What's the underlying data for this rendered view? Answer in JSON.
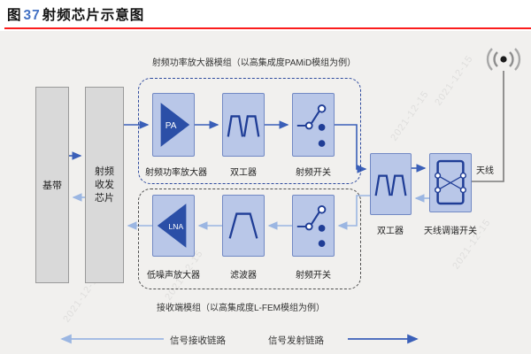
{
  "figure": {
    "label": "图",
    "number": "37",
    "title": "射频芯片示意图"
  },
  "diagram": {
    "baseband": {
      "label": "基带"
    },
    "transceiver": {
      "lines": [
        "射频",
        "收发",
        "芯片"
      ]
    },
    "tx_module": {
      "title": "射频功率放大器模组（以高集成度PAMiD模组为例）",
      "blocks": [
        {
          "symbol": "PA",
          "label": "射频功率放大器"
        },
        {
          "label": "双工器"
        },
        {
          "label": "射频开关"
        }
      ]
    },
    "rx_module": {
      "title": "接收端模组（以高集成度L-FEM模组为例）",
      "blocks": [
        {
          "symbol": "LNA",
          "label": "低噪声放大器"
        },
        {
          "label": "滤波器"
        },
        {
          "label": "射频开关"
        }
      ]
    },
    "antenna_chain": {
      "duplexer_label": "双工器",
      "tuner_label": "天线调谐开关",
      "antenna_label": "天线"
    },
    "legend": {
      "rx": "信号接收链路",
      "tx": "信号发射链路"
    },
    "watermark": "2021-12-15",
    "colors": {
      "figure_number": "#4472c4",
      "title_underline": "#fb1d1d",
      "panel_bg": "#f1f0ee",
      "gray_box_fill": "#d9d9d9",
      "blue_box_fill": "#b9c7e8",
      "blue_box_border": "#7289c4",
      "icon_navy": "#1f3d96",
      "amp_triangle": "#2b4fa7",
      "tx_arrow": "#3a5fb8",
      "rx_arrow": "#9bb6e2",
      "tx_dash_border": "#2e4a9e",
      "rx_dash_border": "#4f4f4f",
      "antenna_line": "#7a7a7a"
    }
  }
}
